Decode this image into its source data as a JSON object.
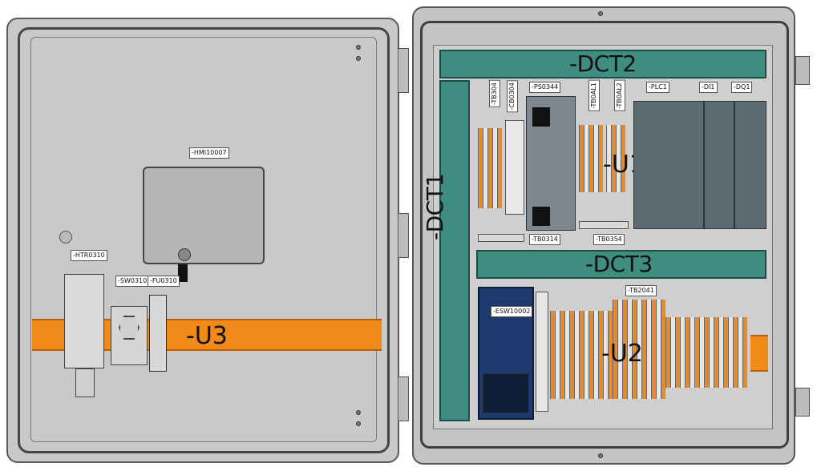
{
  "ducts": {
    "dct1": "-DCT1",
    "dct2": "-DCT2",
    "dct3": "-DCT3"
  },
  "units": {
    "u1": "-U1",
    "u2": "-U2",
    "u3": "-U3"
  },
  "tags": {
    "hmi": "-HMI10007",
    "htr": "-HTR0310",
    "sw": "-SW0310",
    "fu": "-FU0310",
    "tb304": "-TB304",
    "cb0304": "-CB0304",
    "ps0344": "-PS0344",
    "tb0al1": "-TB0AL1",
    "tb0al2": "-TB0AL2",
    "plc1": "-PLC1",
    "di1": "-DI1",
    "dq1": "-DQ1",
    "tb0314": "-TB0314",
    "tb0354": "-TB0354",
    "tb2041": "-TB2041",
    "esw": "-ESW10002"
  },
  "colors": {
    "duct": "#3f8c80",
    "rail": "#f28a1a",
    "enclosure": "#c4c4c4",
    "esw": "#1c3a6e"
  }
}
